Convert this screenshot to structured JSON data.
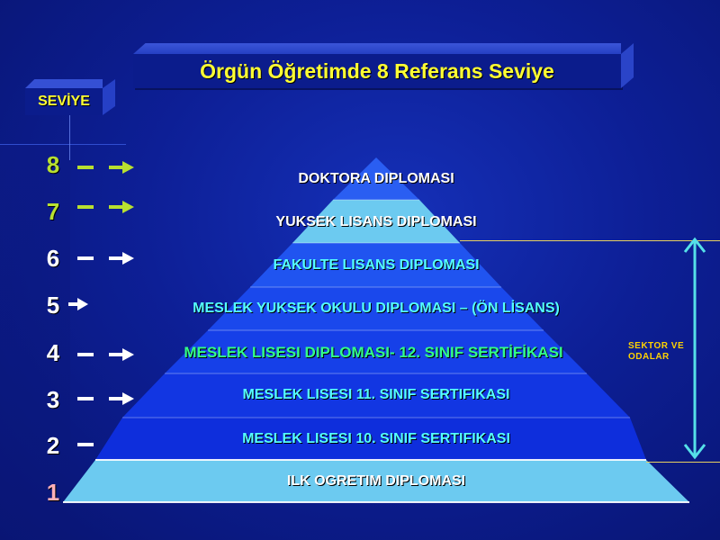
{
  "title": "Örgün Öğretimde 8 Referans Seviye",
  "level_header": "SEVİYE",
  "side_label_line1": "SEKTOR VE",
  "side_label_line2": "ODALAR",
  "colors": {
    "title_text": "#ffff33",
    "accent_yellow_green": "#b8e030",
    "level_white": "#ffffff",
    "level_pink": "#ffb0b8",
    "pyramid_light": "#66c8f0",
    "pyramid_mid": "#1f4ff0",
    "pyramid_dark": "#0f2ee0",
    "side_arrow": "#55e0e8"
  },
  "levels": [
    {
      "number": "8",
      "label": "DOKTORA DIPLOMASI"
    },
    {
      "number": "7",
      "label": "YUKSEK LISANS DIPLOMASI"
    },
    {
      "number": "6",
      "label": "FAKULTE LISANS DIPLOMASI"
    },
    {
      "number": "5",
      "label": "MESLEK YUKSEK OKULU DIPLOMASI – (ÖN LİSANS)"
    },
    {
      "number": "4",
      "label": "MESLEK LISESI DIPLOMASI- 12. SINIF SERTİFİKASI"
    },
    {
      "number": "3",
      "label": "MESLEK LISESI 11. SINIF SERTIFIKASI"
    },
    {
      "number": "2",
      "label": "MESLEK LISESI 10. SINIF SERTIFIKASI"
    },
    {
      "number": "1",
      "label": "ILK OGRETIM DIPLOMASI"
    }
  ]
}
